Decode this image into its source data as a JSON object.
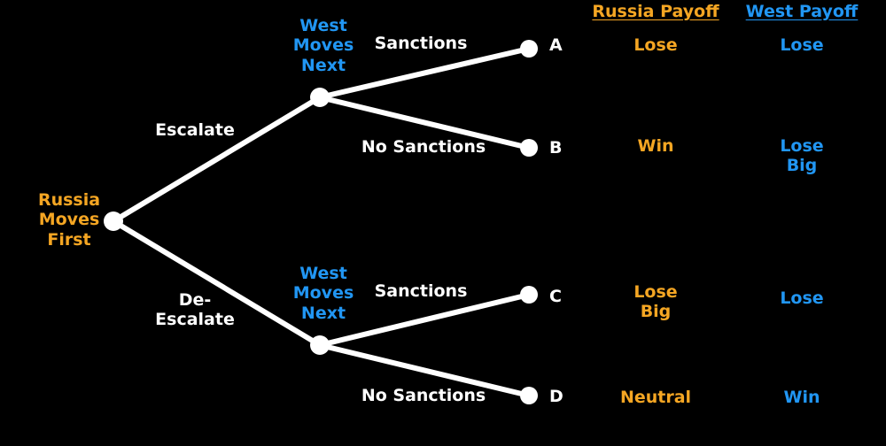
{
  "diagram": {
    "title_bar": {
      "russia_header": "Russia Payoff",
      "west_header": "West Payoff"
    },
    "colors": {
      "background": "#000000",
      "russia": "#f5a623",
      "west": "#2196f3",
      "neutral": "#ffffff"
    },
    "actors": {
      "root": "Russia\nMoves\nFirst",
      "west_upper": "West\nMoves\nNext",
      "west_lower": "West\nMoves\nNext"
    },
    "moves": {
      "escalate": "Escalate",
      "deescalate": "De-\nEscalate",
      "sanctions_upper": "Sanctions",
      "no_sanctions_upper": "No Sanctions",
      "sanctions_lower": "Sanctions",
      "no_sanctions_lower": "No Sanctions"
    },
    "outcomes": [
      {
        "letter": "A",
        "russia_payoff": "Lose",
        "west_payoff": "Lose"
      },
      {
        "letter": "B",
        "russia_payoff": "Win",
        "west_payoff": "Lose\nBig"
      },
      {
        "letter": "C",
        "russia_payoff": "Lose\nBig",
        "west_payoff": "Lose"
      },
      {
        "letter": "D",
        "russia_payoff": "Neutral",
        "west_payoff": "Win"
      }
    ]
  }
}
